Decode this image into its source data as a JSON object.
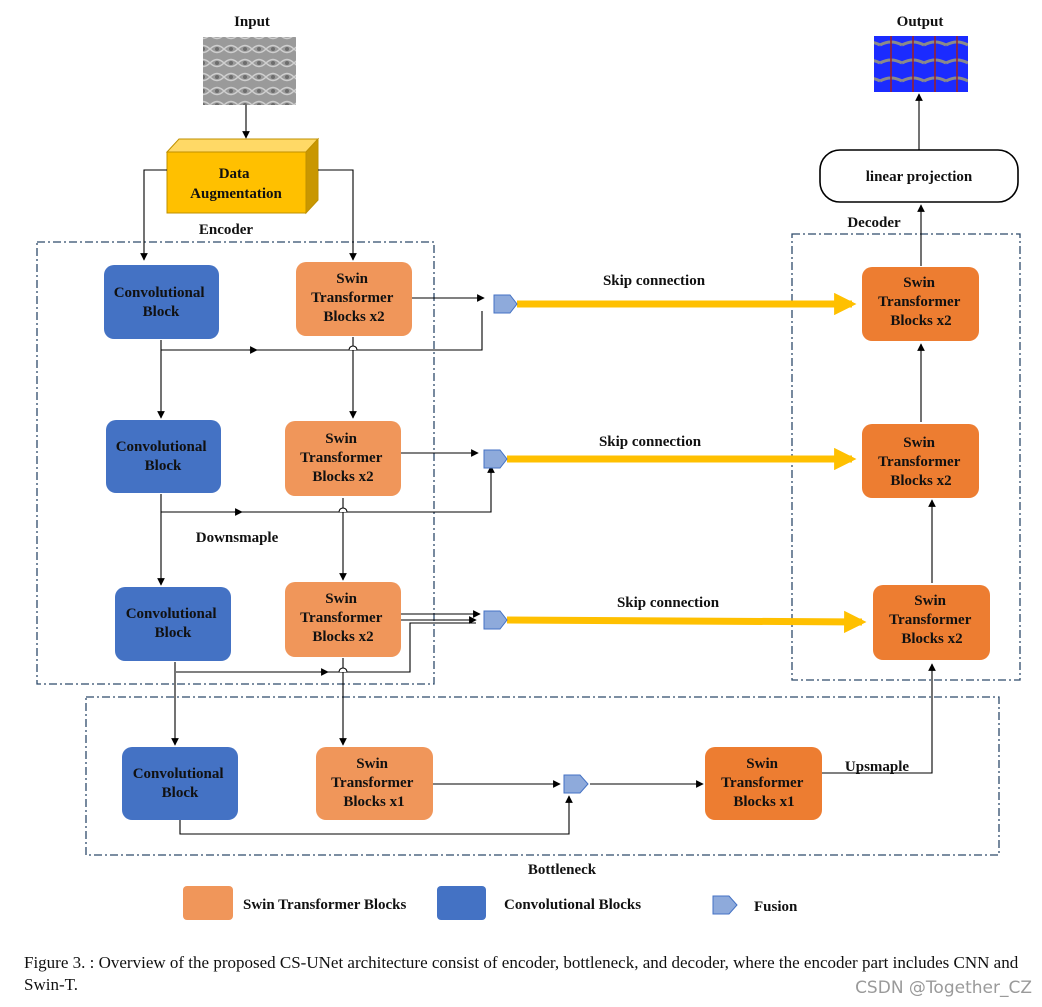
{
  "labels": {
    "input": "Input",
    "output": "Output",
    "encoder": "Encoder",
    "decoder": "Decoder",
    "bottleneck": "Bottleneck",
    "downsample": "Downsmaple",
    "upsample": "Upsmaple",
    "skip_connection": "Skip connection"
  },
  "data_augmentation": [
    "Data",
    "Augmentation"
  ],
  "linear_projection": "linear projection",
  "conv_block": [
    "Convolutional",
    "Block"
  ],
  "swin_x2": [
    "Swin",
    "Transformer",
    "Blocks x2"
  ],
  "swin_x1": [
    "Swin",
    "Transformer",
    "Blocks x1"
  ],
  "legend": {
    "swin": "Swin Transformer Blocks",
    "conv": "Convolutional Blocks",
    "fusion": "Fusion"
  },
  "colors": {
    "conv_blue": "#4472c4",
    "swin_light_orange": "#f0965a",
    "swin_dark_orange": "#ed7d31",
    "skip_yellow": "#ffc000",
    "fusion_blue": "#8eaadb",
    "data_aug_yellow": "#ffc000"
  },
  "caption": "Figure 3. : Overview of the proposed CS-UNet architecture consist of encoder, bottleneck, and decoder, where the encoder part includes CNN and Swin-T.",
  "watermark": "CSDN @Together_CZ"
}
